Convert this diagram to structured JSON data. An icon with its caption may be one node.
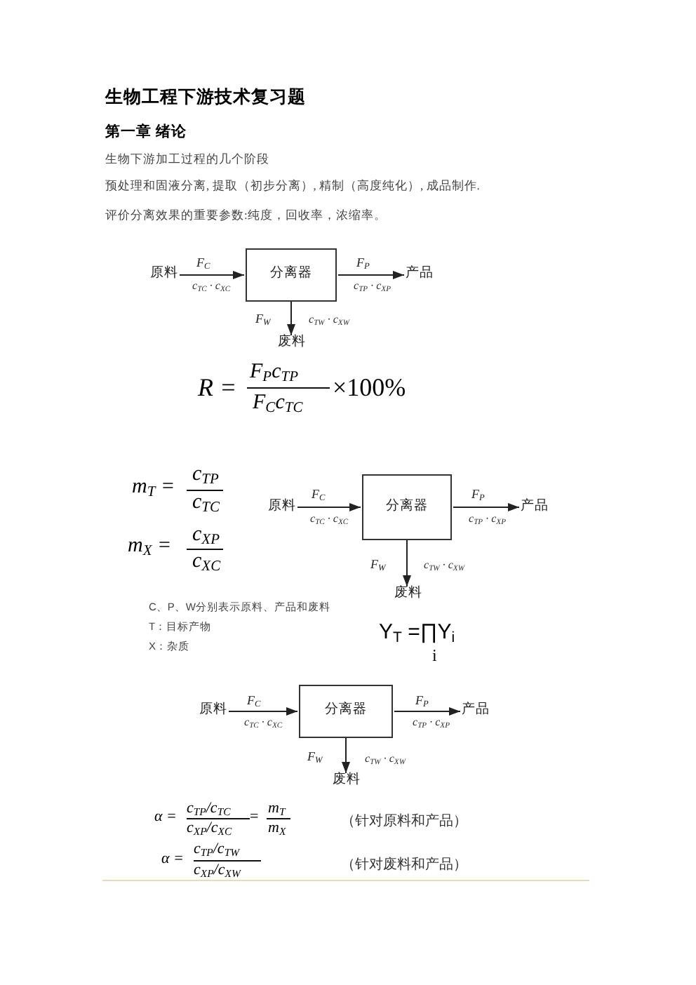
{
  "diagram": {
    "title": "生物工程下游技术复习题",
    "nodes": [
      {
        "text": [
          "原料"
        ]
      },
      {
        "text": [
          "分离器"
        ]
      },
      {
        "text": [
          "产品"
        ]
      },
      {
        "text": [
          "废料"
        ]
      },
      {
        "text": [
          "原料"
        ]
      },
      {
        "text": [
          "分离器"
        ]
      },
      {
        "text": [
          "产品"
        ]
      },
      {
        "text": [
          "废料"
        ]
      },
      {
        "text": [
          "原料"
        ]
      },
      {
        "text": [
          "分离器"
        ]
      },
      {
        "text": [
          "产品"
        ]
      },
      {
        "text": [
          "废料"
        ]
      }
    ],
    "edges": [
      {
        "from": 0,
        "to": 1,
        "arrow": "to",
        "label": "F$_{C}$"
      },
      {
        "from": 1,
        "to": 2,
        "arrow": "to",
        "label": "F$_{P}$"
      },
      {
        "from": 1,
        "to": 3,
        "arrow": "to",
        "label": "F$_{W}$"
      },
      {
        "from": 4,
        "to": 5,
        "arrow": "to",
        "label": "F$_{C}$"
      },
      {
        "from": 5,
        "to": 6,
        "arrow": "to",
        "label": "F$_{P}$"
      },
      {
        "from": 5,
        "to": 7,
        "arrow": "to",
        "label": "F$_{W}$"
      },
      {
        "from": 8,
        "to": 9,
        "arrow": "to",
        "label": "F$_{C}$"
      },
      {
        "from": 9,
        "to": 10,
        "arrow": "to",
        "label": "F$_{P}$"
      },
      {
        "from": 9,
        "to": 11,
        "arrow": "to",
        "label": "F$_{W}$"
      }
    ],
    "labels": [
      "第一章 绪论",
      "生物下游加工过程的几个阶段",
      "预处理和固液分离, 提取（初步分离）, 精制（高度纯化）, 成品制作.",
      "评价分离效果的重要参数:纯度，回收率，浓缩率。",
      "c$_{TC}$ · c$_{XC}$",
      "c$_{TP}$ · c$_{XP}$",
      "c$_{TW}$ · c$_{XW}$",
      "R =",
      "F$_{P}$c$_{TP}$",
      "F$_{C}$c$_{TC}$",
      "×100%",
      "m$_{T}$ =",
      "c$_{TP}$",
      "c$_{TC}$",
      "m$_{X}$ =",
      "c$_{XP}$",
      "c$_{XC}$",
      "c$_{TC}$ · c$_{XC}$",
      "c$_{TP}$ · c$_{XP}$",
      "c$_{TW}$ · c$_{XW}$",
      "C、P、W分别表示原料、产品和废料",
      "T：目标产物",
      "X：杂质",
      "Y$_{T}$ =∏Y$_{i}$",
      "i",
      "c$_{TC}$ · c$_{XC}$",
      "c$_{TP}$ · c$_{XP}$",
      "c$_{TW}$ · c$_{XW}$",
      "α =",
      "c$_{TP}$/c$_{TC}$",
      "c$_{XP}$/c$_{XC}$",
      "=",
      "m$_{T}$",
      "m$_{X}$",
      "（针对原料和产品）",
      "α =",
      "c$_{TP}$/c$_{TW}$",
      "c$_{XP}$/c$_{XW}$",
      "（针对废料和产品）"
    ]
  }
}
